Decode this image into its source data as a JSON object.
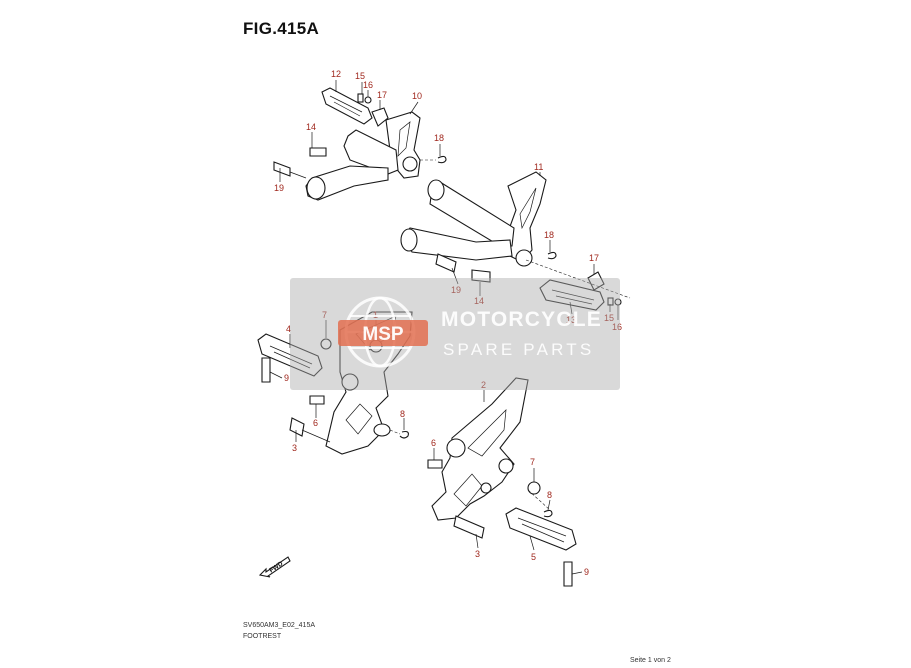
{
  "figure": {
    "title": "FIG.415A",
    "diagram_code": "SV650AM3_E02_415A",
    "description": "FOOTREST",
    "page_label": "Seite 1 von 2"
  },
  "watermark": {
    "logo_text": "MSP",
    "brand": "MOTORCYCLE",
    "subtitle": "SPARE PARTS"
  },
  "direction_marker": {
    "label": "FWD",
    "icon": "fwd-arrow-icon"
  },
  "callouts": [
    {
      "id": "c12a",
      "label": "12"
    },
    {
      "id": "c15a",
      "label": "15"
    },
    {
      "id": "c16a",
      "label": "16"
    },
    {
      "id": "c17a",
      "label": "17"
    },
    {
      "id": "c10",
      "label": "10"
    },
    {
      "id": "c14a",
      "label": "14"
    },
    {
      "id": "c18a",
      "label": "18"
    },
    {
      "id": "c19a",
      "label": "19"
    },
    {
      "id": "c11",
      "label": "11"
    },
    {
      "id": "c18b",
      "label": "18"
    },
    {
      "id": "c17b",
      "label": "17"
    },
    {
      "id": "c19b",
      "label": "19"
    },
    {
      "id": "c14b",
      "label": "14"
    },
    {
      "id": "c13",
      "label": "13"
    },
    {
      "id": "c15b",
      "label": "15"
    },
    {
      "id": "c16b",
      "label": "16"
    },
    {
      "id": "c4",
      "label": "4"
    },
    {
      "id": "c7a",
      "label": "7"
    },
    {
      "id": "c1",
      "label": "1"
    },
    {
      "id": "c9a",
      "label": "9"
    },
    {
      "id": "c6a",
      "label": "6"
    },
    {
      "id": "c8a",
      "label": "8"
    },
    {
      "id": "c3a",
      "label": "3"
    },
    {
      "id": "c2",
      "label": "2"
    },
    {
      "id": "c6b",
      "label": "6"
    },
    {
      "id": "c7b",
      "label": "7"
    },
    {
      "id": "c8b",
      "label": "8"
    },
    {
      "id": "c3b",
      "label": "3"
    },
    {
      "id": "c5",
      "label": "5"
    },
    {
      "id": "c9b",
      "label": "9"
    }
  ]
}
